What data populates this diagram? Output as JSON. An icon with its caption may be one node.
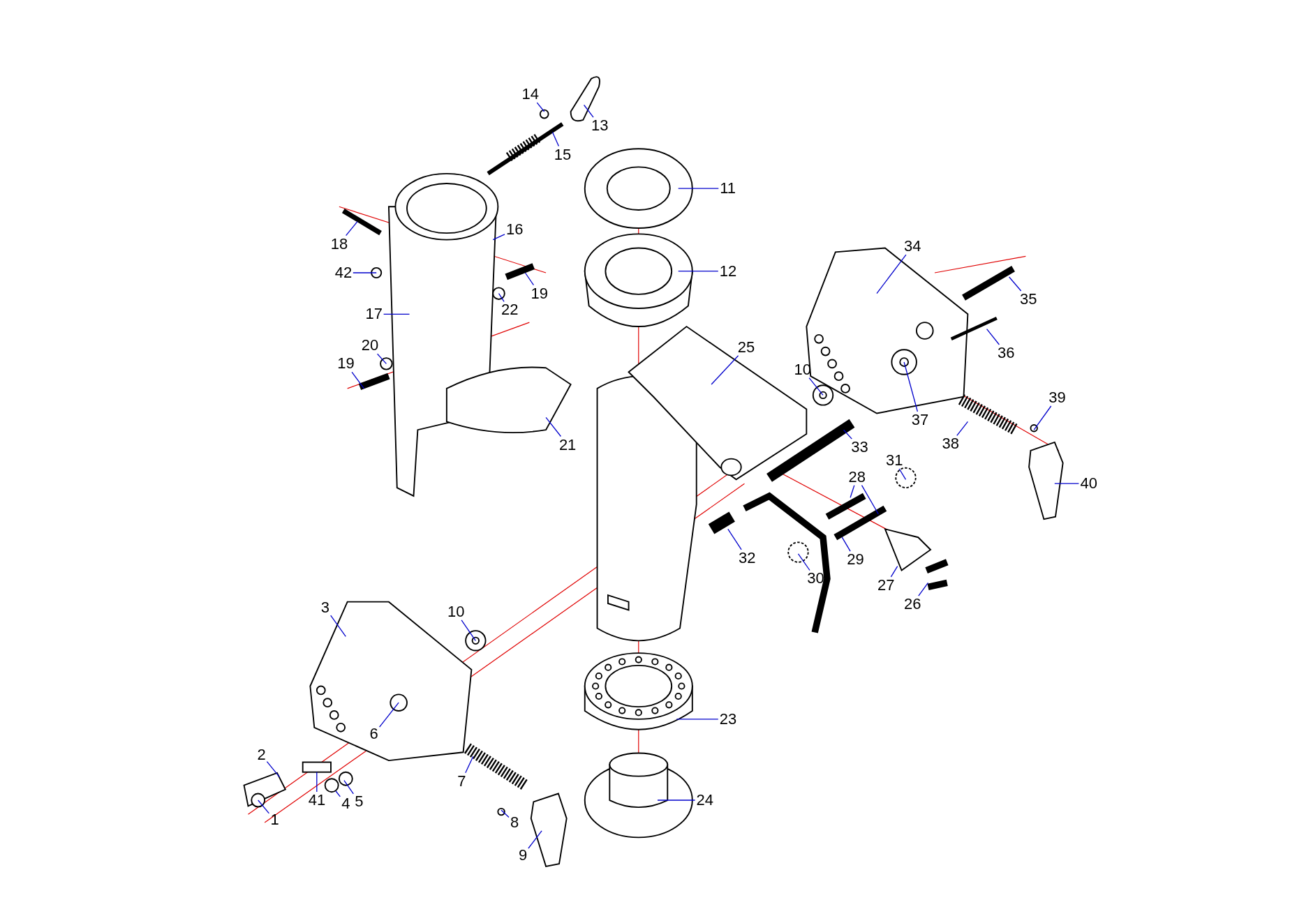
{
  "diagram": {
    "nodes": [
      {
        "text": [
          "14"
        ]
      },
      {
        "text": [
          "13"
        ]
      },
      {
        "text": [
          "15"
        ]
      },
      {
        "text": [
          "11"
        ]
      },
      {
        "text": [
          "16"
        ]
      },
      {
        "text": [
          "18"
        ]
      },
      {
        "text": [
          "34"
        ]
      },
      {
        "text": [
          "12"
        ]
      },
      {
        "text": [
          "42"
        ]
      },
      {
        "text": [
          "19"
        ]
      },
      {
        "text": [
          "35"
        ]
      },
      {
        "text": [
          "22"
        ]
      },
      {
        "text": [
          "17"
        ]
      },
      {
        "text": [
          "20"
        ]
      },
      {
        "text": [
          "25"
        ]
      },
      {
        "text": [
          "36"
        ]
      },
      {
        "text": [
          "19"
        ]
      },
      {
        "text": [
          "10"
        ]
      },
      {
        "text": [
          "39"
        ]
      },
      {
        "text": [
          "37"
        ]
      },
      {
        "text": [
          "38"
        ]
      },
      {
        "text": [
          "21"
        ]
      },
      {
        "text": [
          "33"
        ]
      },
      {
        "text": [
          "31"
        ]
      },
      {
        "text": [
          "28"
        ]
      },
      {
        "text": [
          "40"
        ]
      },
      {
        "text": [
          "32"
        ]
      },
      {
        "text": [
          "29"
        ]
      },
      {
        "text": [
          "30"
        ]
      },
      {
        "text": [
          "27"
        ]
      },
      {
        "text": [
          "26"
        ]
      },
      {
        "text": [
          "3"
        ]
      },
      {
        "text": [
          "10"
        ]
      },
      {
        "text": [
          "23"
        ]
      },
      {
        "text": [
          "6"
        ]
      },
      {
        "text": [
          "2"
        ]
      },
      {
        "text": [
          "7"
        ]
      },
      {
        "text": [
          "24"
        ]
      },
      {
        "text": [
          "41"
        ]
      },
      {
        "text": [
          "5"
        ]
      },
      {
        "text": [
          "4"
        ]
      },
      {
        "text": [
          "1"
        ]
      },
      {
        "text": [
          "8"
        ]
      },
      {
        "text": [
          "9"
        ]
      }
    ],
    "edges": [
      {
        "from": 0,
        "to": null,
        "arrow": "none"
      },
      {
        "from": 1,
        "to": null,
        "arrow": "none"
      },
      {
        "from": 2,
        "to": null,
        "arrow": "none"
      },
      {
        "from": 3,
        "to": null,
        "arrow": "none"
      },
      {
        "from": 4,
        "to": null,
        "arrow": "none"
      },
      {
        "from": 5,
        "to": null,
        "arrow": "none"
      },
      {
        "from": 6,
        "to": null,
        "arrow": "none"
      },
      {
        "from": 7,
        "to": null,
        "arrow": "none"
      },
      {
        "from": 8,
        "to": null,
        "arrow": "none"
      },
      {
        "from": 9,
        "to": null,
        "arrow": "none"
      },
      {
        "from": 10,
        "to": null,
        "arrow": "none"
      },
      {
        "from": 11,
        "to": null,
        "arrow": "none"
      },
      {
        "from": 12,
        "to": null,
        "arrow": "none"
      },
      {
        "from": 13,
        "to": null,
        "arrow": "none"
      },
      {
        "from": 14,
        "to": null,
        "arrow": "none"
      },
      {
        "from": 15,
        "to": null,
        "arrow": "none"
      },
      {
        "from": 16,
        "to": null,
        "arrow": "none"
      },
      {
        "from": 17,
        "to": null,
        "arrow": "none"
      },
      {
        "from": 18,
        "to": null,
        "arrow": "none"
      },
      {
        "from": 19,
        "to": null,
        "arrow": "none"
      },
      {
        "from": 20,
        "to": null,
        "arrow": "none"
      },
      {
        "from": 21,
        "to": null,
        "arrow": "none"
      },
      {
        "from": 22,
        "to": null,
        "arrow": "none"
      },
      {
        "from": 23,
        "to": null,
        "arrow": "none"
      },
      {
        "from": 24,
        "to": null,
        "arrow": "none"
      },
      {
        "from": 24,
        "to": null,
        "arrow": "none"
      },
      {
        "from": 25,
        "to": null,
        "arrow": "none"
      },
      {
        "from": 26,
        "to": null,
        "arrow": "none"
      },
      {
        "from": 27,
        "to": null,
        "arrow": "none"
      },
      {
        "from": 28,
        "to": null,
        "arrow": "none"
      },
      {
        "from": 29,
        "to": null,
        "arrow": "none"
      },
      {
        "from": 30,
        "to": null,
        "arrow": "none"
      },
      {
        "from": 31,
        "to": null,
        "arrow": "none"
      },
      {
        "from": 32,
        "to": null,
        "arrow": "none"
      },
      {
        "from": 33,
        "to": null,
        "arrow": "none"
      },
      {
        "from": 34,
        "to": null,
        "arrow": "none"
      },
      {
        "from": 35,
        "to": null,
        "arrow": "none"
      },
      {
        "from": 36,
        "to": null,
        "arrow": "none"
      },
      {
        "from": 37,
        "to": null,
        "arrow": "none"
      },
      {
        "from": 38,
        "to": null,
        "arrow": "none"
      },
      {
        "from": 39,
        "to": null,
        "arrow": "none"
      },
      {
        "from": 40,
        "to": null,
        "arrow": "none"
      },
      {
        "from": 41,
        "to": null,
        "arrow": "none"
      },
      {
        "from": 42,
        "to": null,
        "arrow": "none"
      },
      {
        "from": 43,
        "to": null,
        "arrow": "none"
      }
    ]
  }
}
